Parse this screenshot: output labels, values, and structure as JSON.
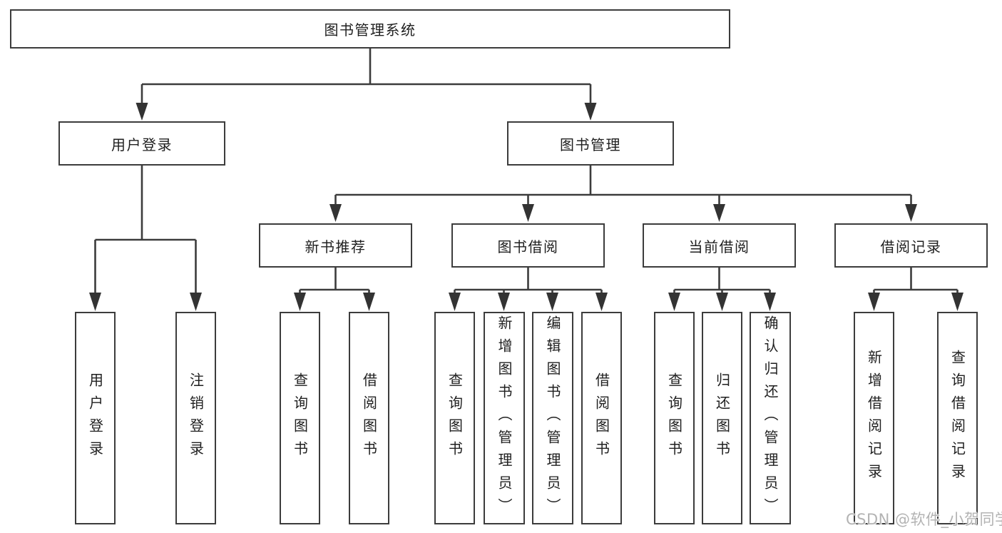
{
  "diagram": {
    "root": "图书管理系统",
    "level2": [
      "用户登录",
      "图书管理"
    ],
    "level3": [
      "新书推荐",
      "图书借阅",
      "当前借阅",
      "借阅记录"
    ],
    "level4": {
      "user": [
        "用户登录",
        "注销登录"
      ],
      "recommend": [
        "查询图书",
        "借阅图书"
      ],
      "borrow": [
        "查询图书",
        "新增图书（管理员）",
        "编辑图书（管理员）",
        "借阅图书"
      ],
      "current": [
        "查询图书",
        "归还图书",
        "确认归还（管理员）"
      ],
      "records": [
        "新增借阅记录",
        "查询借阅记录"
      ]
    }
  },
  "watermark": "CSDN @软件_小贺同学",
  "colors": {
    "line": "#3c3c3c",
    "arrow": "#333333",
    "text": "#1f1f1f",
    "box_background": "#ffffff",
    "watermark": "#b3b3b3"
  }
}
